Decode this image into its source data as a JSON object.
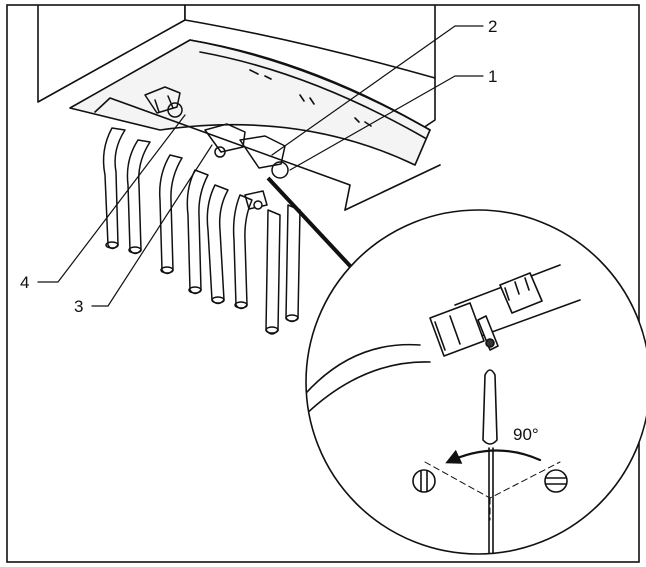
{
  "callouts": [
    {
      "id": "1",
      "text": "1"
    },
    {
      "id": "2",
      "text": "2"
    },
    {
      "id": "3",
      "text": "3"
    },
    {
      "id": "4",
      "text": "4"
    }
  ],
  "detail": {
    "angle_label": "90°"
  }
}
